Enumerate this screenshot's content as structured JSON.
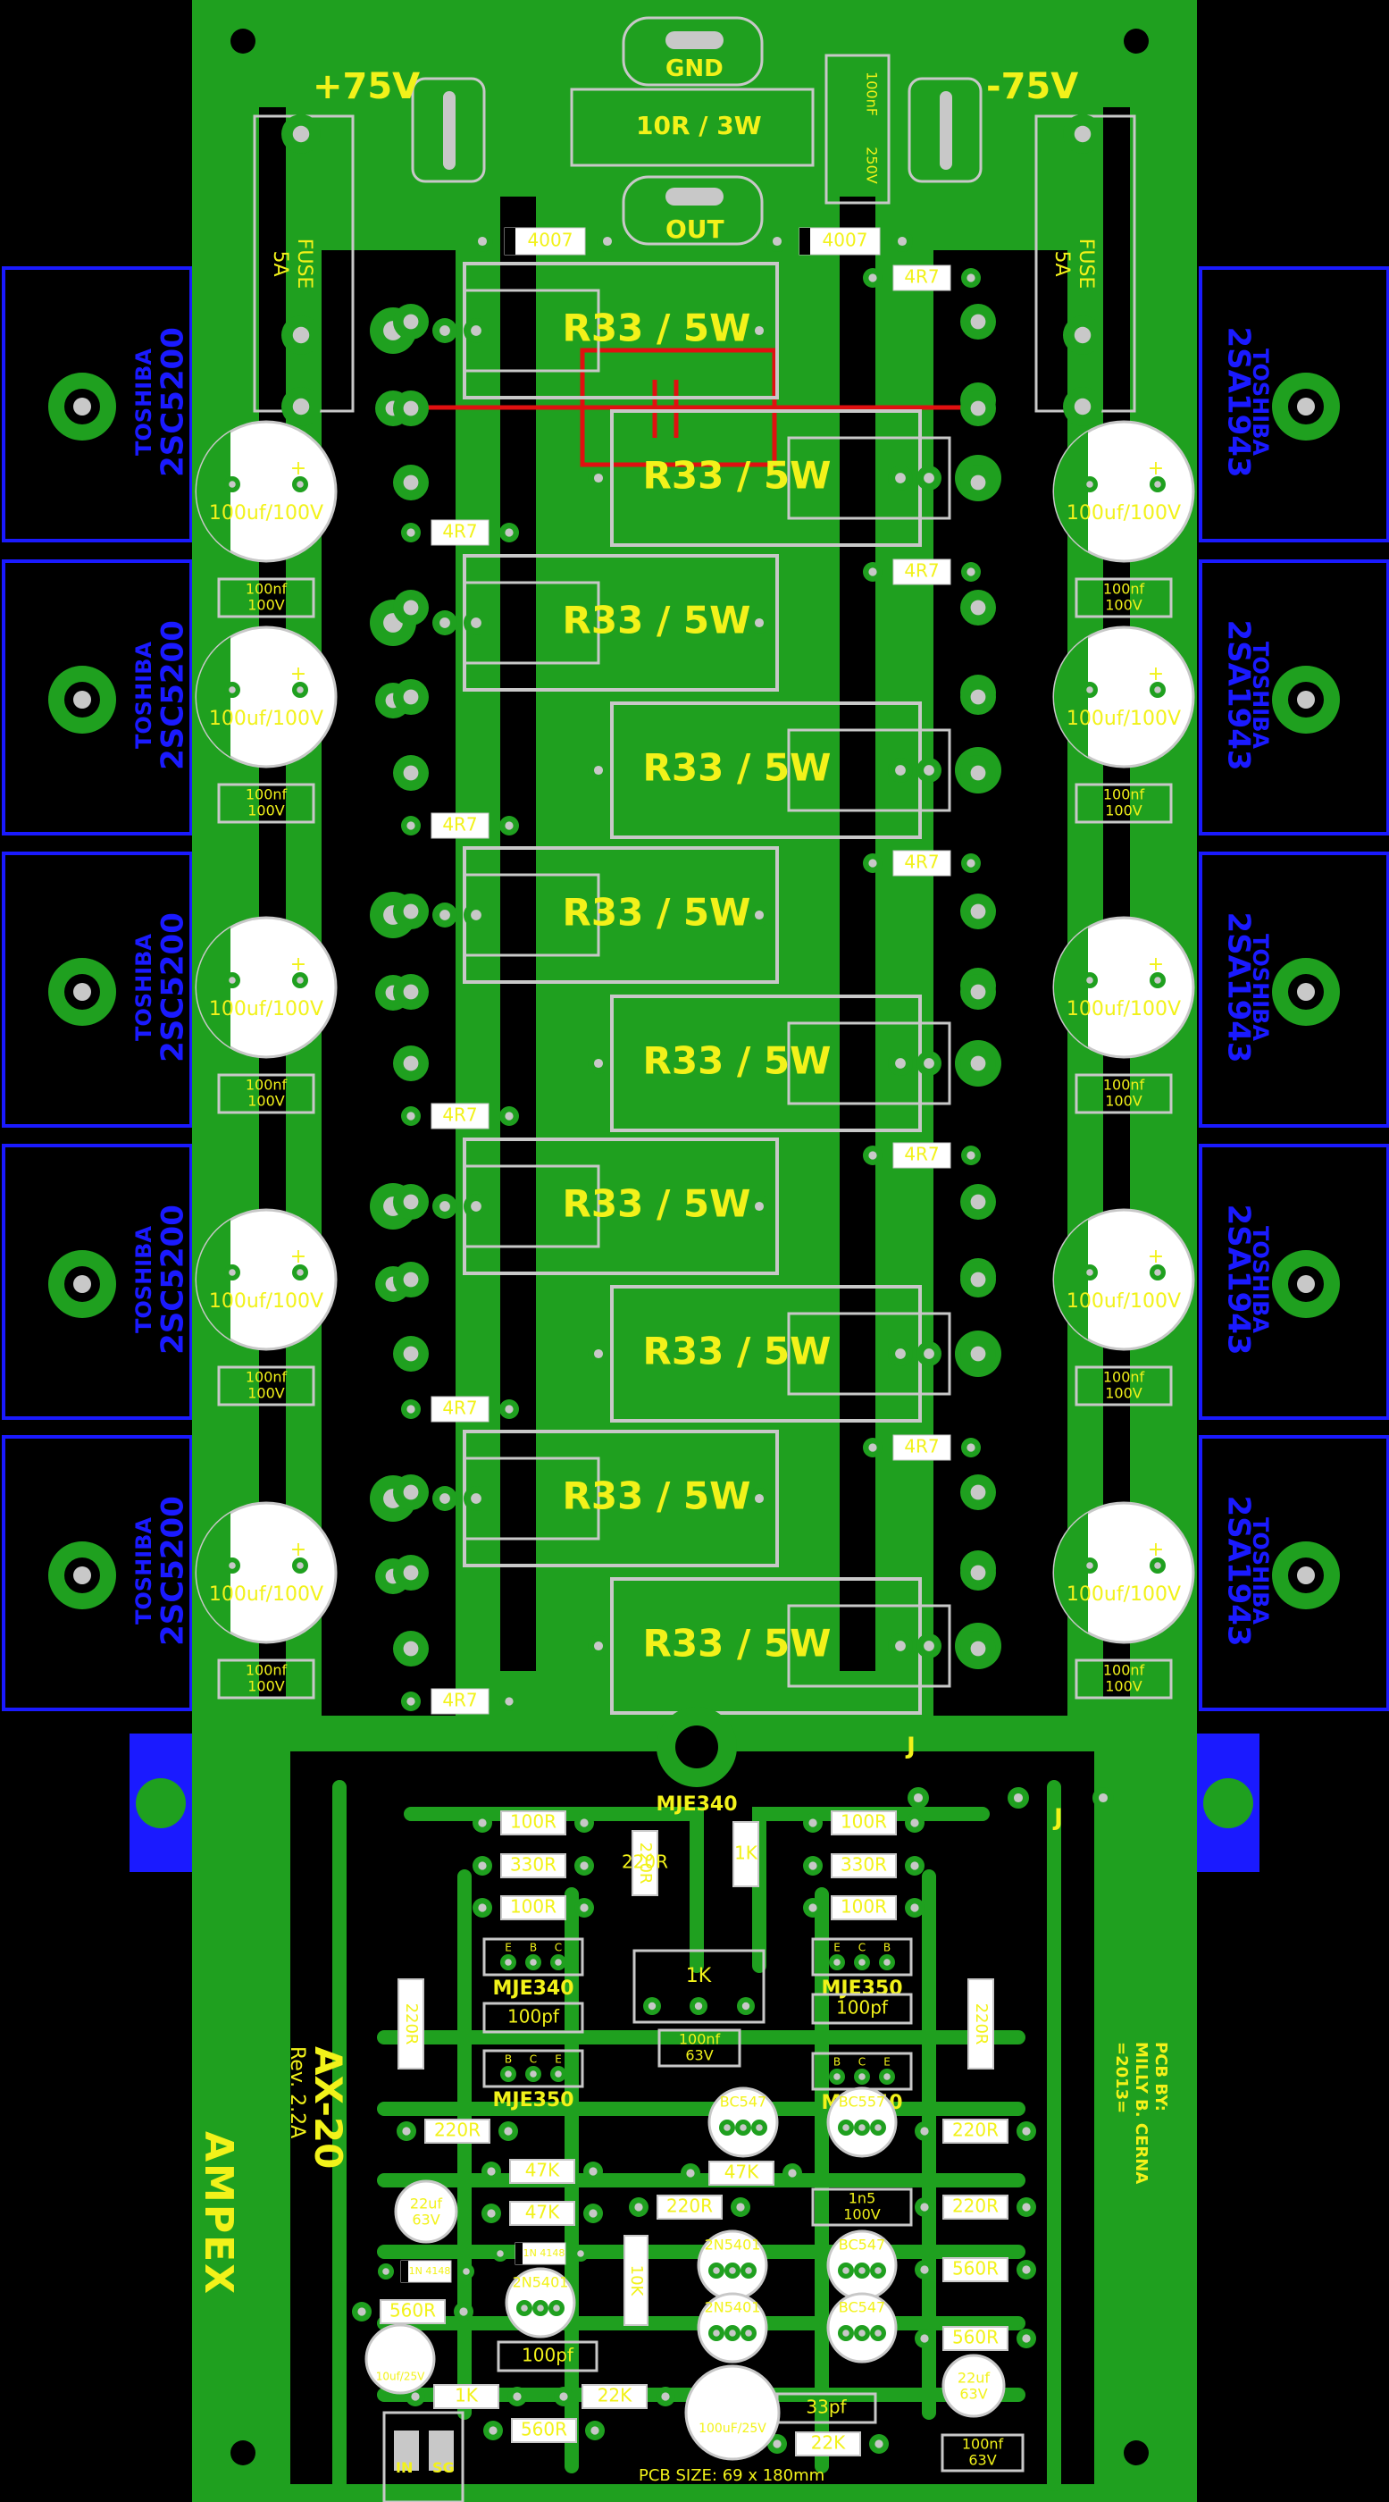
{
  "board": {
    "colors": {
      "background": "#000000",
      "copper": "#1fa01f",
      "trace": "#0f7d0f",
      "silk": "#f2f21a",
      "outline": "#c8c8c8",
      "heatsink": "#1a1aff",
      "marker": "#e01010"
    },
    "brand": "AMPEX",
    "model": "AX-20",
    "revision": "Rev. 2.2A",
    "credit": [
      "PCB BY:",
      "MILLY B. CERNA",
      "=2013="
    ],
    "size_text": "PCB SIZE: 69 x 180mm"
  },
  "terminals": {
    "gnd": "GND",
    "out": "OUT",
    "pos_rail": "+75V",
    "neg_rail": "-75V",
    "in": "IN",
    "sg": "SG"
  },
  "top_parts": {
    "resistor_3w": "10R / 3W",
    "cap_film": [
      "100nF",
      "250V"
    ],
    "fuse": "FUSE",
    "fuse_rating": "5A",
    "diode": "4007"
  },
  "output_stage": {
    "emitter_resistor": "R33 / 5W",
    "base_resistor": "4R7",
    "rail_cap": "100uf/100V",
    "bypass_cap": [
      "100nf",
      "100V"
    ],
    "npn_brand": "TOSHIBA",
    "npn_part": "2SC5200",
    "pnp_brand": "TOSHIBA",
    "pnp_part": "2SA1943"
  },
  "driver": {
    "labels": {
      "r100": "100R",
      "r330": "330R",
      "r220": "220R",
      "r560": "560R",
      "r47k": "47K",
      "r22k": "22K",
      "r1k": "1K",
      "r10k": "10K",
      "c100p": "100pf",
      "c33p": "33pf",
      "c100n63": [
        "100nf",
        "63V"
      ],
      "c1n5": [
        "1n5",
        "100V"
      ],
      "c22u": [
        "22uf",
        "63V"
      ],
      "c10u": "10uf/25V",
      "c100u25": "100uF/25V",
      "mje340": "MJE340",
      "mje350": "MJE350",
      "bc547": "BC547",
      "bc557": "BC557",
      "n5401": "2N5401",
      "d4148": "1N 4148",
      "jumper": "J",
      "ebc": [
        "E",
        "B",
        "C"
      ],
      "ecb": [
        "E",
        "C",
        "B"
      ]
    }
  }
}
